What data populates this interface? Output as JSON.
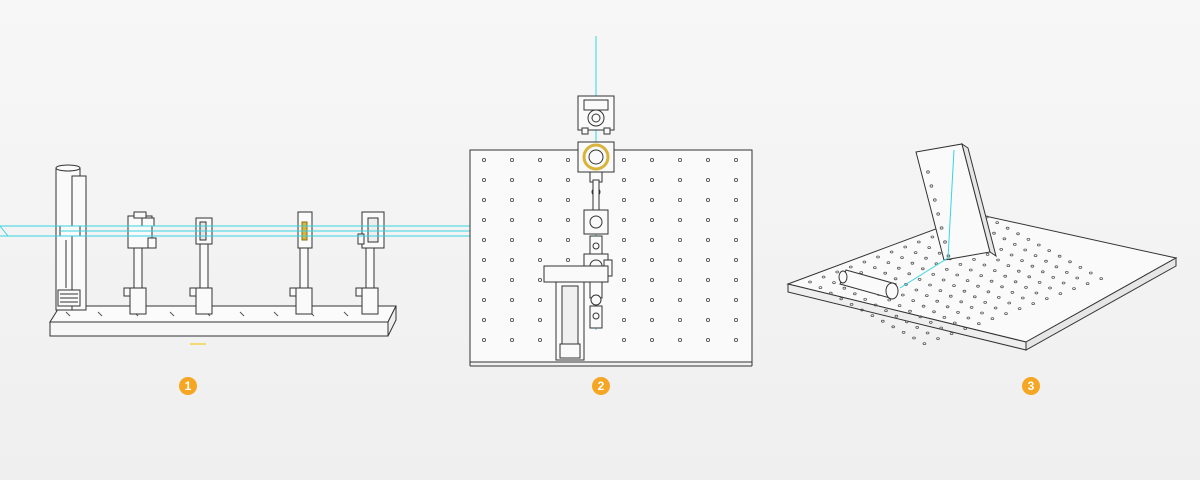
{
  "badges": [
    {
      "label": "1"
    },
    {
      "label": "2"
    },
    {
      "label": "3"
    }
  ],
  "colors": {
    "background": "#f3f3f3",
    "line": "#333333",
    "board_fill": "#fafafa",
    "beam": "#36d4e3",
    "badge": "#f5a623",
    "lens_ring": "#d9b43a"
  },
  "icons": [
    "optical-rail-icon",
    "breadboard-icon",
    "angled-mirror-icon"
  ]
}
